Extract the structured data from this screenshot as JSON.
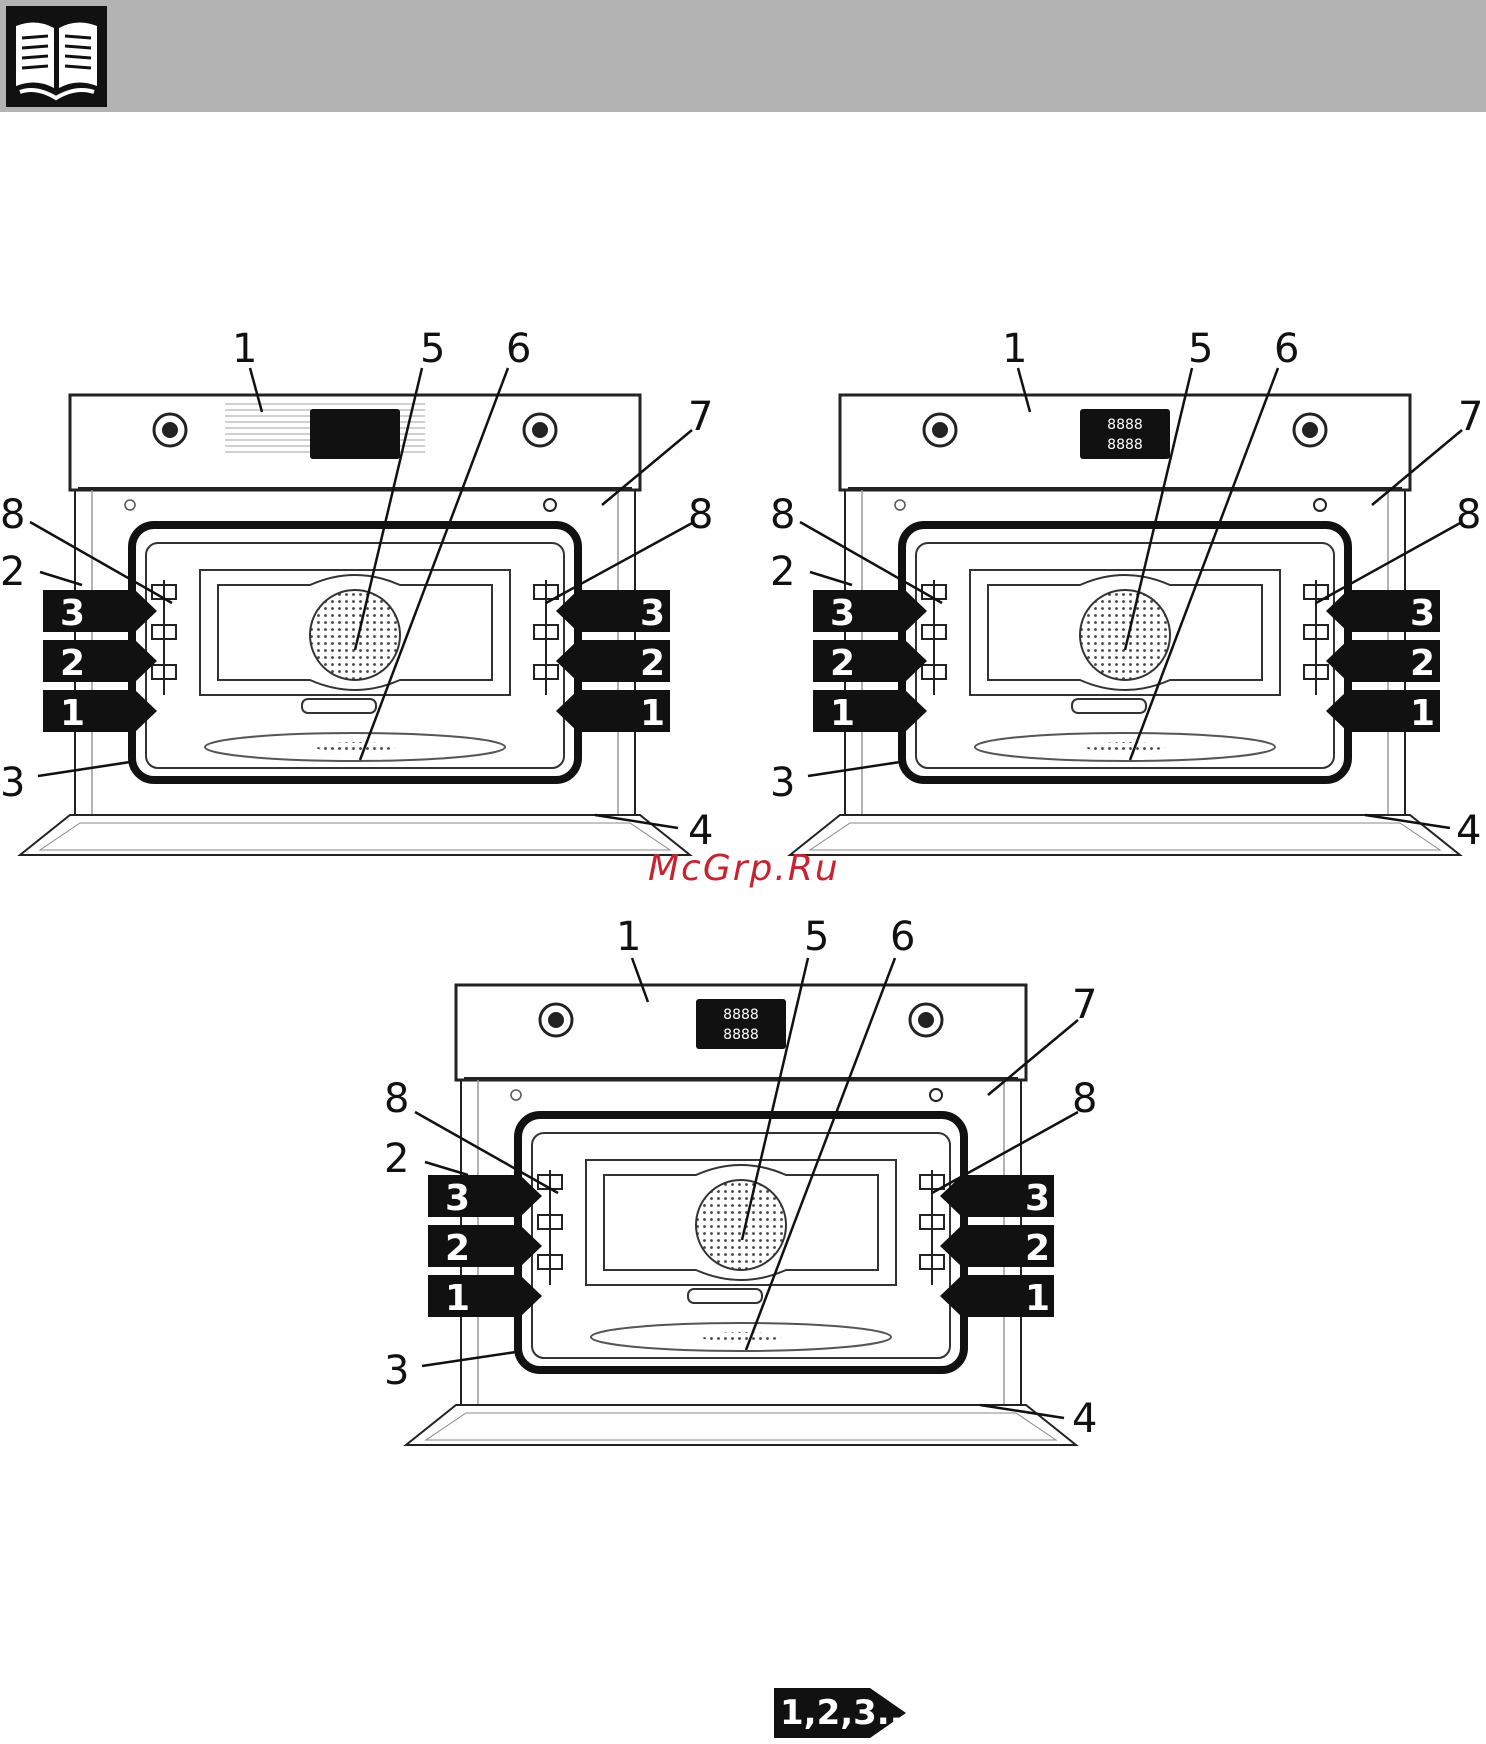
{
  "watermark": "McGrp.Ru",
  "footer_tag": "1,2,3...",
  "callouts": {
    "c1": "1",
    "c2": "2",
    "c3": "3",
    "c4": "4",
    "c5": "5",
    "c6": "6",
    "c7": "7",
    "c8": "8"
  },
  "levels": [
    "3",
    "2",
    "1"
  ],
  "display_text": "8888",
  "icons": [
    "book-icon",
    "knob-icon",
    "fan-icon",
    "shelf-arrow-icon"
  ]
}
